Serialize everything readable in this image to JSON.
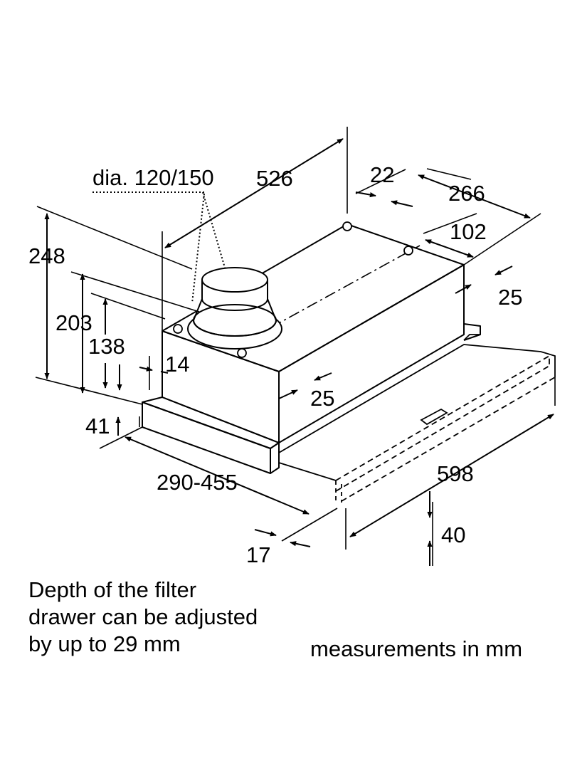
{
  "labels": {
    "duct_dia": "dia. 120/150",
    "depth_total": "526",
    "d22": "22",
    "d266": "266",
    "d102": "102",
    "d25_right": "25",
    "h248": "248",
    "h203": "203",
    "h138": "138",
    "d14": "14",
    "d25_front": "25",
    "h41": "41",
    "extend": "290-455",
    "width": "598",
    "d40": "40",
    "d17": "17"
  },
  "notes": {
    "drawer_line1": "Depth of the filter",
    "drawer_line2": "drawer can be adjusted",
    "drawer_line3": "by up to 29 mm",
    "units": "measurements in mm"
  },
  "colors": {
    "line": "#000000",
    "background": "#ffffff"
  }
}
